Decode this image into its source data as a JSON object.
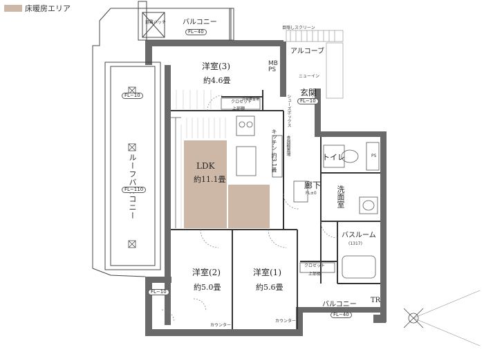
{
  "legend": {
    "label": "床暖房エリア",
    "swatch_color": "#cdb8a8"
  },
  "rooms": {
    "western3": {
      "name": "洋室(3)",
      "area": "約4.6畳"
    },
    "ldk": {
      "name": "LDK",
      "area": "約11.1畳"
    },
    "western2": {
      "name": "洋室(2)",
      "area": "約5.0畳"
    },
    "western1": {
      "name": "洋室(1)",
      "area": "約5.6畳"
    },
    "entrance": {
      "name": "玄関",
      "level": "FL−10"
    },
    "corridor": {
      "name": "廊下",
      "level": "FL±0"
    },
    "kitchen": {
      "name": "キッチン 約3.1畳"
    },
    "toilet": {
      "name": "トイレ"
    },
    "washroom": {
      "name": "洗面室"
    },
    "bathroom": {
      "name": "バスルーム",
      "size": "(1317)"
    },
    "balcony_top": {
      "name": "バルコニー",
      "level": "FL−40"
    },
    "balcony_bottom": {
      "name": "バルコニー",
      "level": "FL−40"
    },
    "roof_balcony": {
      "name": "ルーフバルコニー",
      "level": "FL−110"
    },
    "alcove": {
      "name": "アルコーブ"
    },
    "mbps": {
      "name": "MB PS"
    },
    "tr": {
      "name": "TR"
    }
  },
  "annotations": {
    "evac_hatch": "避難ハッチ",
    "screen_gate": "目隠しスクリーン",
    "closet": "クロゼット",
    "upper_cabinet": "上部棚",
    "shoe_box": "シューズボックス",
    "fridge": "冷蔵庫置場",
    "pantry": "食器棚置場",
    "counter": "カウンター",
    "new_in": "ニューイン",
    "ps": "PS",
    "fl_roof_small": "FL−10",
    "fl_roof_tail": "FL−10"
  }
}
